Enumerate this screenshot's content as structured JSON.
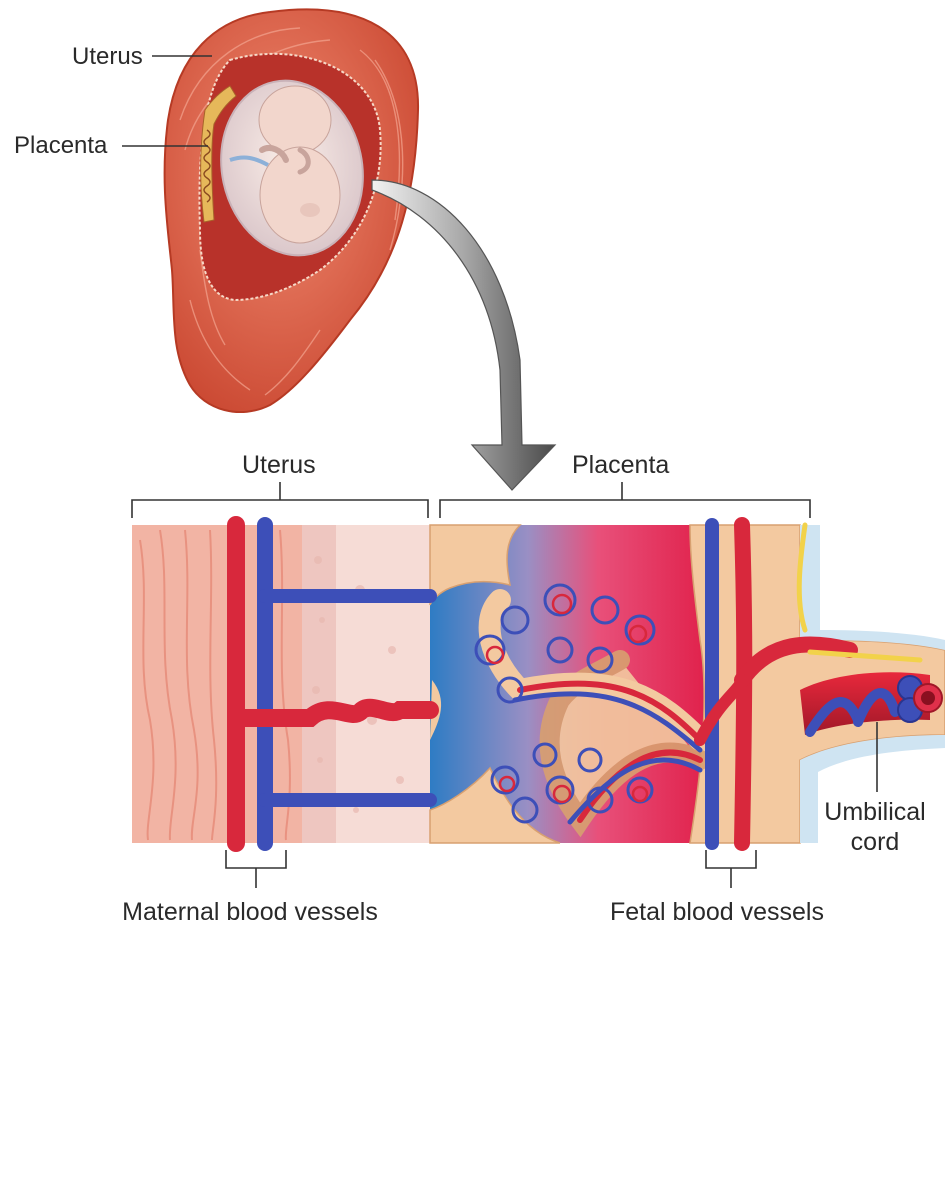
{
  "labels": {
    "uterus_top": "Uterus",
    "placenta_top": "Placenta",
    "uterus_bracket": "Uterus",
    "placenta_bracket": "Placenta",
    "umbilical_line1": "Umbilical",
    "umbilical_line2": "cord",
    "maternal": "Maternal blood vessels",
    "fetal": "Fetal blood vessels"
  },
  "colors": {
    "artery": "#d8283c",
    "vein": "#3d4fb8",
    "muscle": "#e8705a",
    "placenta_tissue": "#f3c9a0",
    "maternal_blood": "#e0204a",
    "maternal_pool_blue": "#2e7cc4"
  }
}
